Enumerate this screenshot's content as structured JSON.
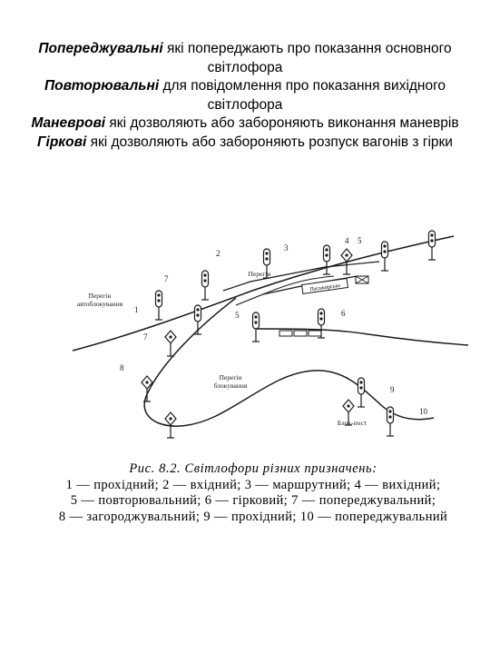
{
  "definitions": [
    {
      "term": "Попереджувальні",
      "text": " які попереджають про показання основного світлофора"
    },
    {
      "term": "Повторювальні",
      "text": " для повідомлення про показання вихідного світлофора"
    },
    {
      "term": "Маневрові",
      "text": " які дозволяють або забороняють виконання маневрів"
    },
    {
      "term": "Гіркові",
      "text": " які дозволяють або забороняють розпуск вагонів з гірки"
    }
  ],
  "figure": {
    "labels": {
      "n1": "1",
      "n2": "2",
      "n3": "3",
      "n4": "4",
      "n5a": "5",
      "n5b": "5",
      "n6": "6",
      "n7a": "7",
      "n7b": "7",
      "n8": "8",
      "n9": "9",
      "n10": "10",
      "zone_auto_1": "Перегін",
      "zone_auto_2": "автоблокування",
      "zone_block_1": "Перегін",
      "zone_block_2": "блокування",
      "zone_top": "Перегін",
      "post": "Блок-пост",
      "station": "Пасажирська"
    },
    "colors": {
      "ink": "#1a1a1a"
    }
  },
  "caption": {
    "title": "Рис. 8.2. Світлофори різних призначень:",
    "line1": "1 — прохідний; 2 — вхідний; 3 — маршрутний; 4 — вихідний;",
    "line2": "5 — повторювальний; 6 — гірковий; 7 — попереджувальний;",
    "line3": "8 — загороджувальний; 9 — прохідний; 10 — попереджувальний"
  }
}
